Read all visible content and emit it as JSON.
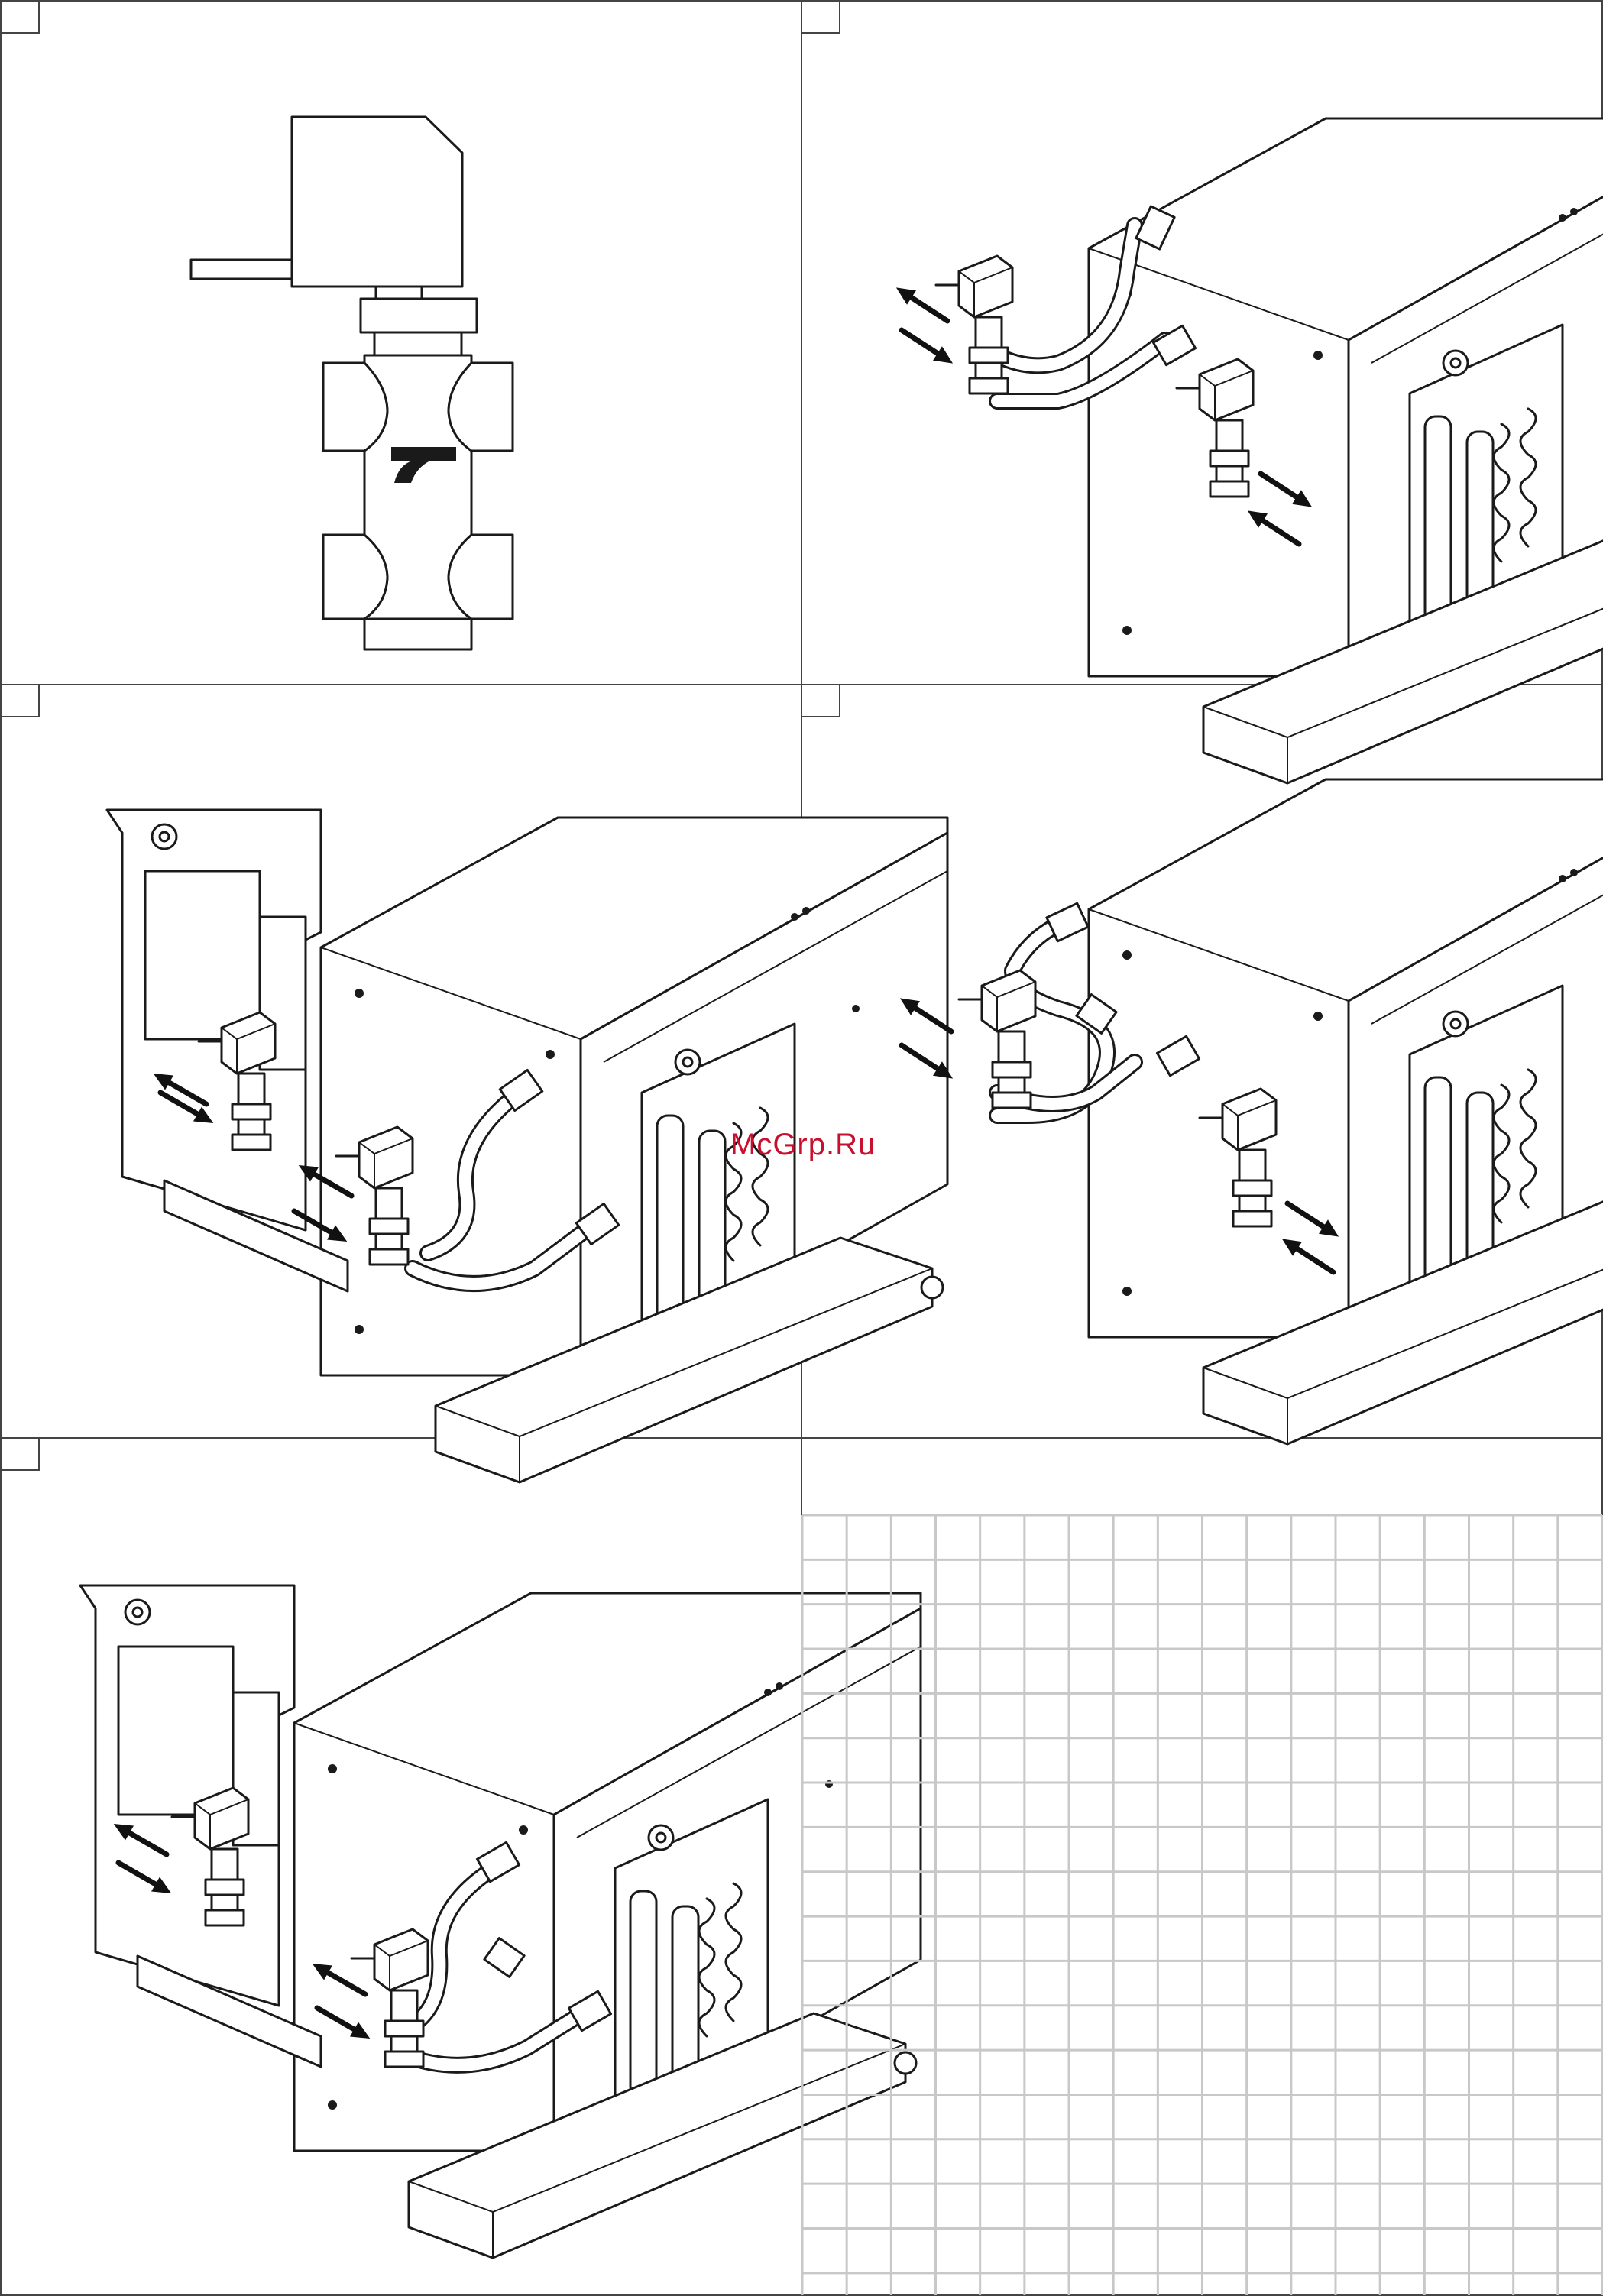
{
  "watermark": {
    "text": "McGrp.Ru",
    "color": "#c8102e"
  },
  "panels": [
    {
      "id": "valve-detail"
    },
    {
      "id": "unit-view-2"
    },
    {
      "id": "unit-view-3"
    },
    {
      "id": "unit-view-4"
    },
    {
      "id": "unit-view-5"
    },
    {
      "id": "notes-grid"
    }
  ],
  "grid": {
    "columns": 18,
    "rows": 18,
    "line_color": "#c8c8c8"
  }
}
